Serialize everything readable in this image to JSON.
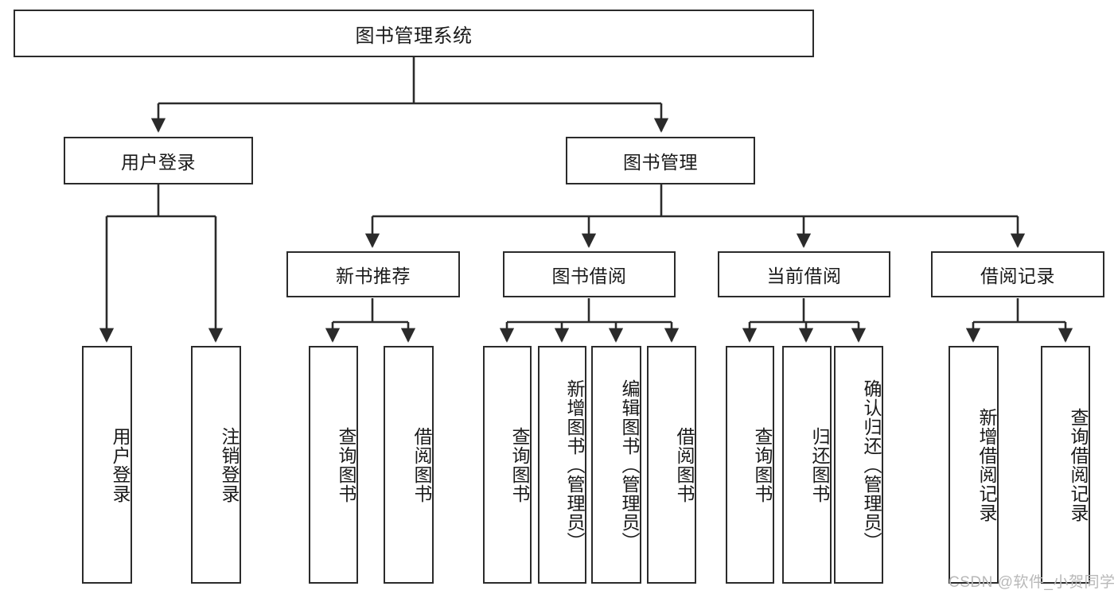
{
  "diagram": {
    "title": "图书管理系统",
    "type": "tree-hierarchy",
    "watermark": "CSDN @软件_小贺同学",
    "colors": {
      "box_border": "#2b2b2b",
      "box_fill": "#ffffff",
      "connector": "#2b2b2b",
      "text": "#1a1a1a",
      "watermark": "#b8b8b8",
      "background": "#ffffff"
    },
    "levels": {
      "level1": {
        "root": {
          "label": "图书管理系统"
        }
      },
      "level2": [
        {
          "label": "用户登录"
        },
        {
          "label": "图书管理"
        }
      ],
      "level3": [
        {
          "label": "新书推荐",
          "parent": "图书管理"
        },
        {
          "label": "图书借阅",
          "parent": "图书管理"
        },
        {
          "label": "当前借阅",
          "parent": "图书管理"
        },
        {
          "label": "借阅记录",
          "parent": "图书管理"
        }
      ],
      "level4": {
        "user_login_children": [
          {
            "label": "用户登录"
          },
          {
            "label": "注销登录"
          }
        ],
        "new_book_children": [
          {
            "label": "查询图书"
          },
          {
            "label": "借阅图书"
          }
        ],
        "book_borrow_children": [
          {
            "label": "查询图书"
          },
          {
            "label": "新增图书（管理员）"
          },
          {
            "label": "编辑图书（管理员）"
          },
          {
            "label": "借阅图书"
          }
        ],
        "current_borrow_children": [
          {
            "label": "查询图书"
          },
          {
            "label": "归还图书"
          },
          {
            "label": "确认归还（管理员）"
          }
        ],
        "borrow_record_children": [
          {
            "label": "新增借阅记录"
          },
          {
            "label": "查询借阅记录"
          }
        ]
      }
    }
  }
}
